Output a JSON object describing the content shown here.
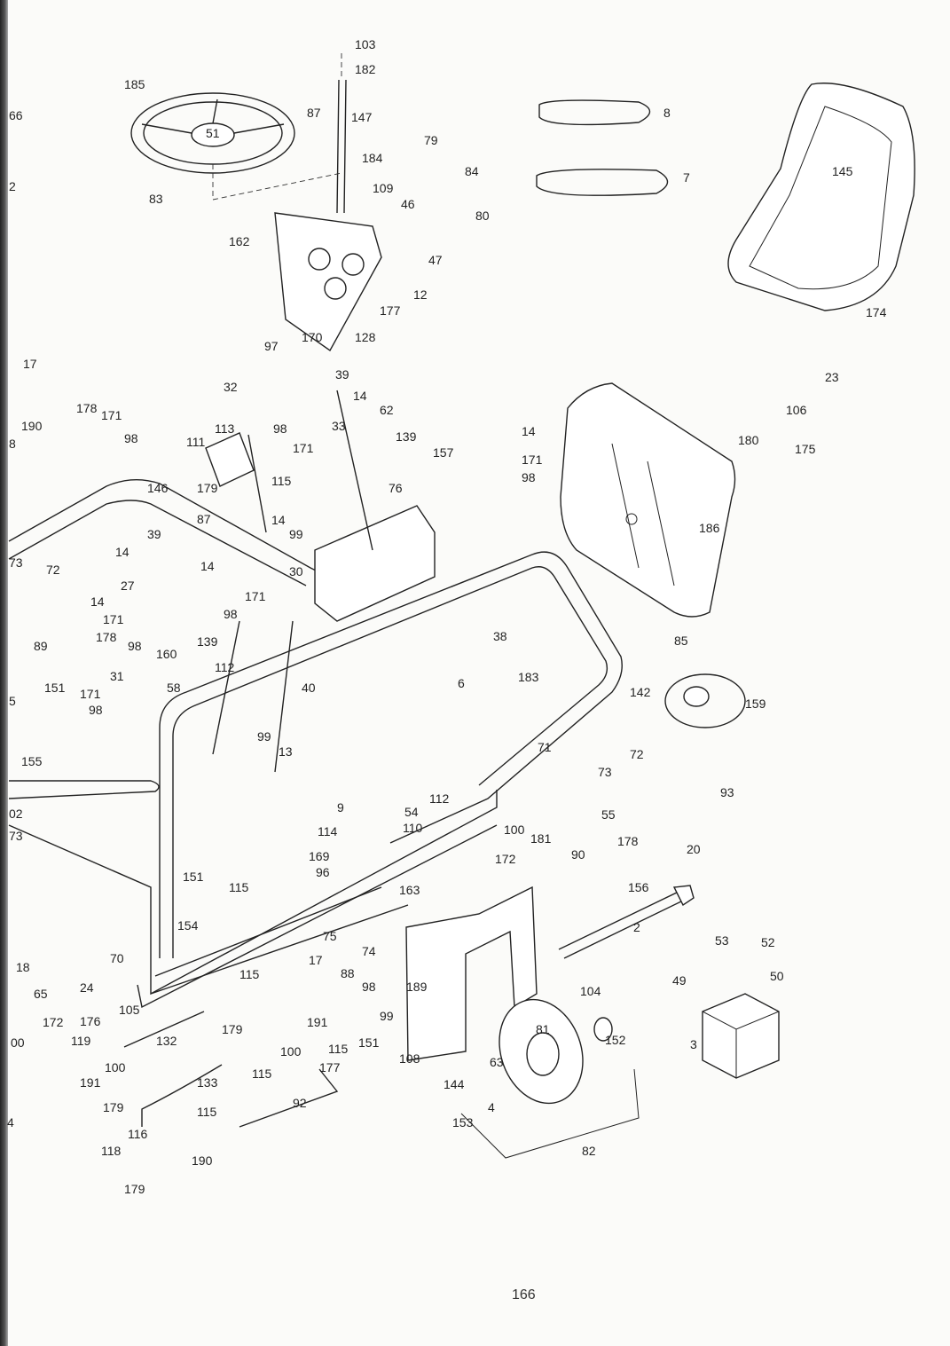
{
  "page_number": "166",
  "parts": [
    "103",
    "182",
    "185",
    "51",
    "87",
    "147",
    "8",
    "79",
    "184",
    "84",
    "7",
    "145",
    "109",
    "83",
    "46",
    "80",
    "162",
    "47",
    "12",
    "177",
    "170",
    "97",
    "128",
    "174",
    "23",
    "17",
    "39",
    "32",
    "14",
    "62",
    "178",
    "171",
    "190",
    "98",
    "98",
    "33",
    "139",
    "106",
    "113",
    "171",
    "111",
    "14",
    "180",
    "175",
    "157",
    "171",
    "98",
    "115",
    "179",
    "146",
    "76",
    "87",
    "14",
    "99",
    "186",
    "39",
    "14",
    "14",
    "30",
    "73",
    "72",
    "27",
    "171",
    "14",
    "98",
    "171",
    "178",
    "98",
    "139",
    "160",
    "89",
    "112",
    "38",
    "85",
    "142",
    "183",
    "6",
    "159",
    "58",
    "40",
    "151",
    "171",
    "98",
    "31",
    "99",
    "13",
    "155",
    "71",
    "72",
    "73",
    "93",
    "9",
    "54",
    "112",
    "114",
    "110",
    "55",
    "100",
    "178",
    "181",
    "20",
    "172",
    "90",
    "169",
    "96",
    "156",
    "151",
    "115",
    "163",
    "2",
    "154",
    "53",
    "52",
    "75",
    "74",
    "70",
    "17",
    "50",
    "49",
    "18",
    "88",
    "115",
    "189",
    "98",
    "104",
    "24",
    "65",
    "105",
    "99",
    "179",
    "191",
    "81",
    "152",
    "172",
    "176",
    "132",
    "151",
    "119",
    "3",
    "100",
    "115",
    "108",
    "100",
    "177",
    "63",
    "191",
    "133",
    "144",
    "115",
    "4",
    "92",
    "179",
    "115",
    "153",
    "116",
    "118",
    "82",
    "190",
    "179",
    "66",
    "2",
    "8",
    "5",
    "02",
    "73",
    "00",
    "4"
  ]
}
